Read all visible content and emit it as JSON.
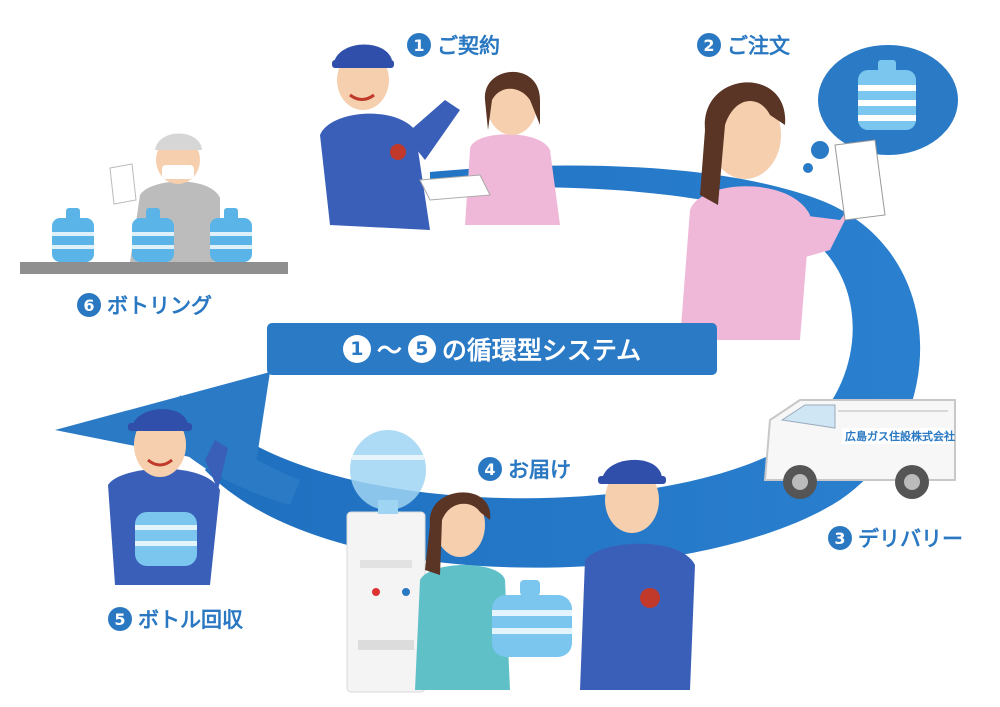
{
  "title": {
    "num_start": "1",
    "tilde": "〜",
    "num_end": "5",
    "text": "の循環型システム"
  },
  "steps": [
    {
      "num": "1",
      "label": "ご契約"
    },
    {
      "num": "2",
      "label": "ご注文"
    },
    {
      "num": "3",
      "label": "デリバリー"
    },
    {
      "num": "4",
      "label": "お届け"
    },
    {
      "num": "5",
      "label": "ボトル回収"
    },
    {
      "num": "6",
      "label": "ボトリング"
    }
  ],
  "truck": {
    "company": "広島ガス住設株式会社"
  },
  "colors": {
    "flow_arrow": "#2a7ac6",
    "label_blue": "#2a78c2",
    "uniform_blue": "#3a5fb8",
    "bottle_blue": "#5ab4e8",
    "pink_shirt": "#f0b8d8",
    "teal_shirt": "#5fc0c8",
    "factory_gray": "#bcbcbc"
  }
}
